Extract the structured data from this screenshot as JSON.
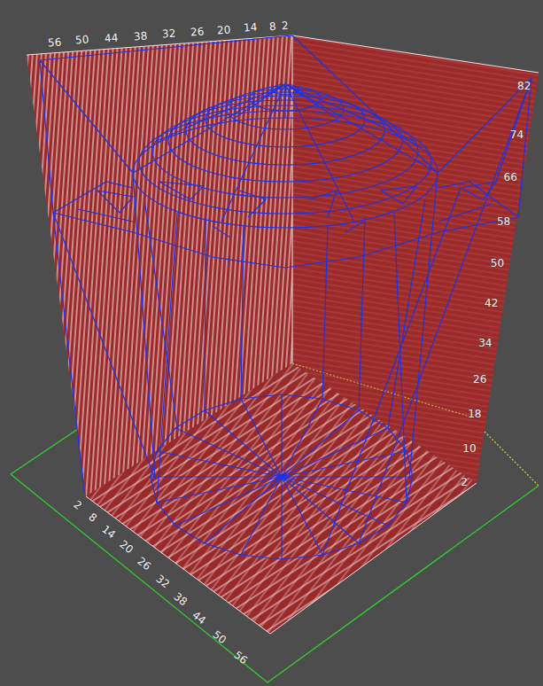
{
  "diagram": {
    "labels": [
      "56",
      "50",
      "44",
      "38",
      "32",
      "26",
      "20",
      "14",
      "8",
      "2",
      "82",
      "74",
      "66",
      "58",
      "50",
      "42",
      "34",
      "26",
      "18",
      "10",
      "2",
      "2",
      "8",
      "14",
      "20",
      "26",
      "32",
      "38",
      "44",
      "50",
      "56"
    ]
  }
}
